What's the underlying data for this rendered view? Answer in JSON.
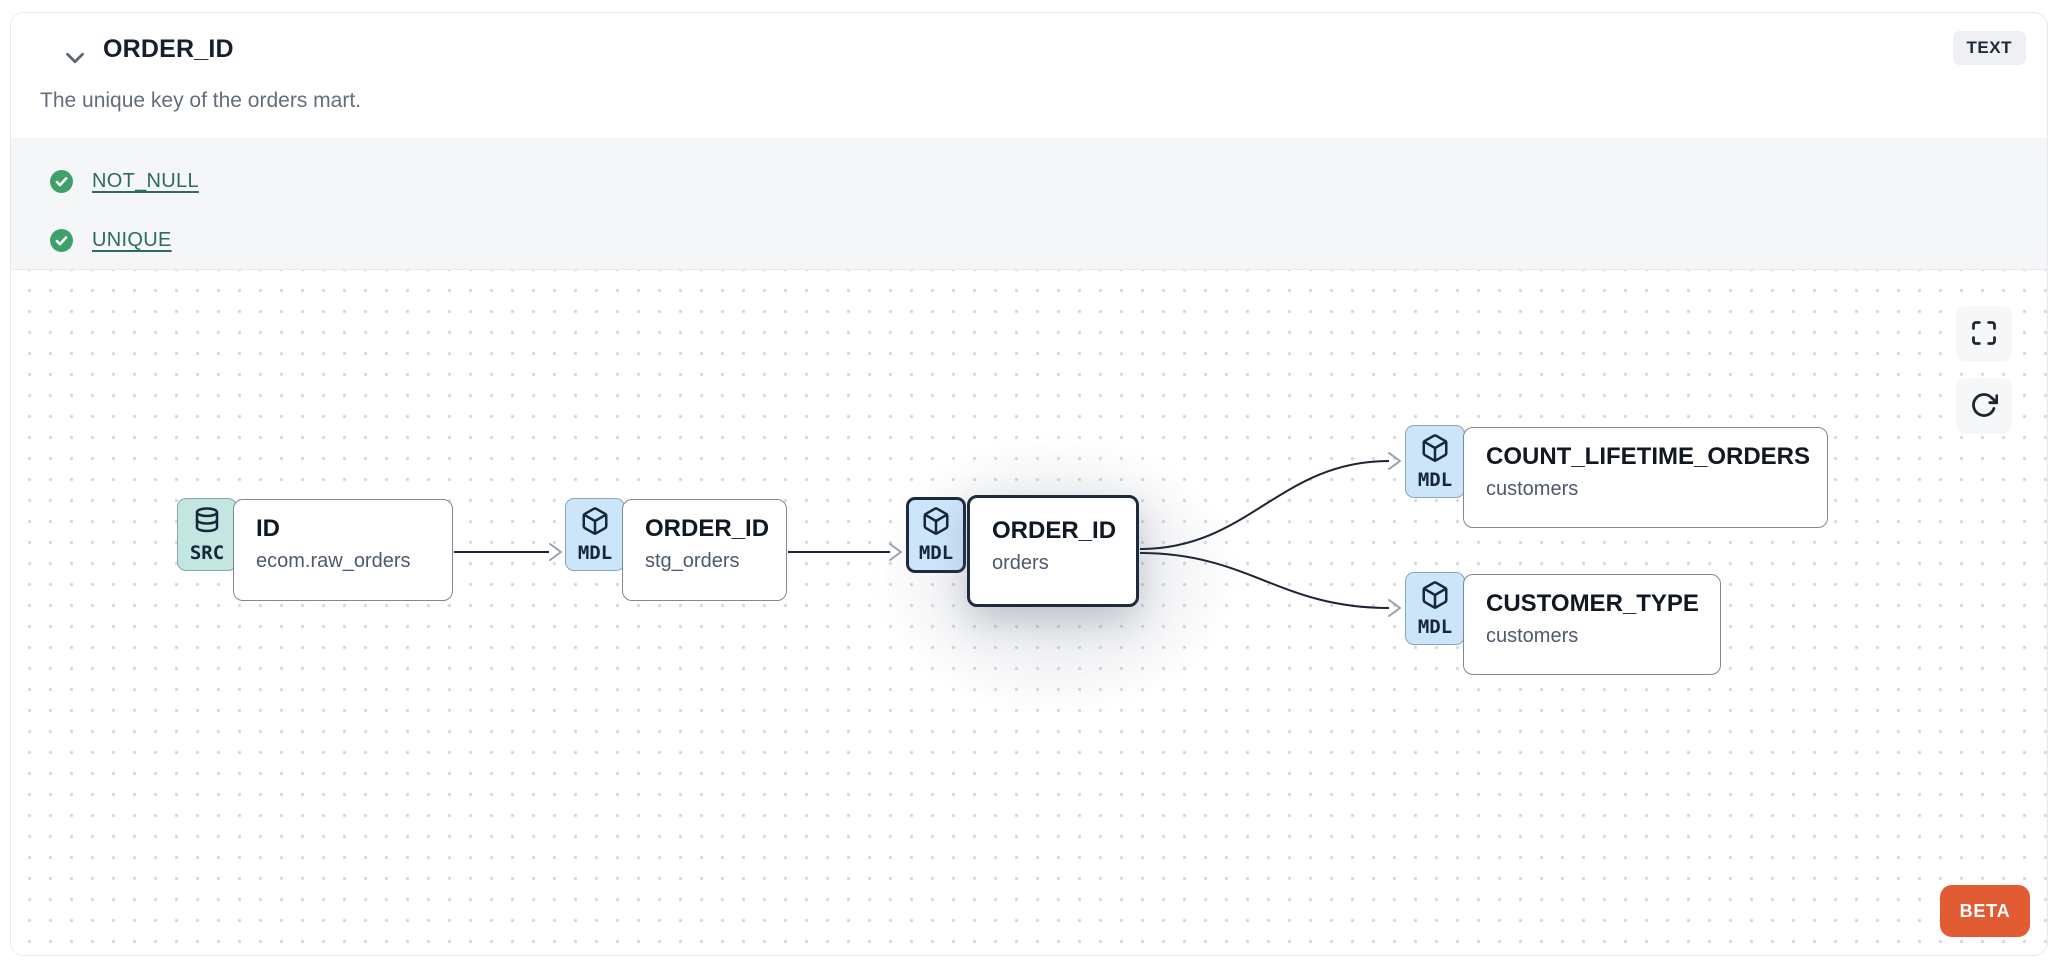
{
  "header": {
    "title": "ORDER_ID",
    "type_badge": "TEXT",
    "description": "The unique key of the orders mart.",
    "collapse_icon": "chevron-down-icon"
  },
  "tests": {
    "items": [
      {
        "label": "NOT_NULL",
        "status": "pass",
        "icon": "check-circle-icon"
      },
      {
        "label": "UNIQUE",
        "status": "pass",
        "icon": "check-circle-icon"
      }
    ]
  },
  "lineage": {
    "nodes": [
      {
        "badge": "SRC",
        "icon": "database-icon",
        "title": "ID",
        "subtitle": "ecom.raw_orders",
        "selected": false
      },
      {
        "badge": "MDL",
        "icon": "cube-icon",
        "title": "ORDER_ID",
        "subtitle": "stg_orders",
        "selected": false
      },
      {
        "badge": "MDL",
        "icon": "cube-icon",
        "title": "ORDER_ID",
        "subtitle": "orders",
        "selected": true
      },
      {
        "badge": "MDL",
        "icon": "cube-icon",
        "title": "COUNT_LIFETIME_ORDERS",
        "subtitle": "customers",
        "selected": false
      },
      {
        "badge": "MDL",
        "icon": "cube-icon",
        "title": "CUSTOMER_TYPE",
        "subtitle": "customers",
        "selected": false
      }
    ],
    "controls": {
      "fullscreen_icon": "fullscreen-icon",
      "refresh_icon": "refresh-icon"
    },
    "beta_label": "BETA"
  },
  "colors": {
    "test_pass_green": "#3fa06a",
    "test_link_teal": "#2d6a5f",
    "badge_src_teal": "#c3e6e1",
    "badge_mdl_blue": "#cbe5fa",
    "selected_border": "#1f2b3d",
    "beta_orange": "#e25c33",
    "edge_line": "#1b2533",
    "arrowhead_gray": "#97a1ad"
  }
}
